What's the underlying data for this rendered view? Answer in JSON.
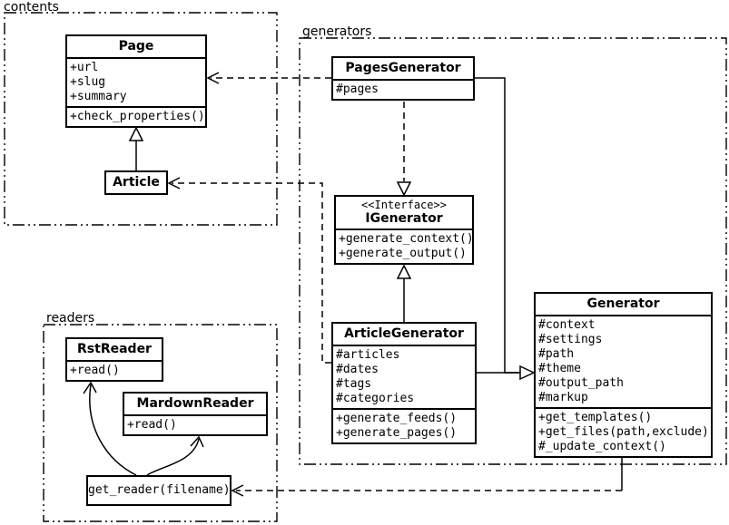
{
  "colors": {
    "line": "#000000",
    "background": "#ffffff"
  },
  "packages": {
    "contents": {
      "label": "contents"
    },
    "generators": {
      "label": "generators"
    },
    "readers": {
      "label": "readers"
    }
  },
  "classes": {
    "page": {
      "name": "Page",
      "attributes": [
        "+url",
        "+slug",
        "+summary"
      ],
      "methods": [
        "+check_properties()"
      ]
    },
    "article": {
      "name": "Article",
      "attributes": [],
      "methods": []
    },
    "pages_generator": {
      "name": "PagesGenerator",
      "attributes": [
        "#pages"
      ],
      "methods": []
    },
    "igenerator": {
      "stereotype": "<<Interface>>",
      "name": "IGenerator",
      "attributes": [],
      "methods": [
        "+generate_context()",
        "+generate_output()"
      ]
    },
    "article_generator": {
      "name": "ArticleGenerator",
      "attributes": [
        "#articles",
        "#dates",
        "#tags",
        "#categories"
      ],
      "methods": [
        "+generate_feeds()",
        "+generate_pages()"
      ]
    },
    "generator": {
      "name": "Generator",
      "attributes": [
        "#context",
        "#settings",
        "#path",
        "#theme",
        "#output_path",
        "#markup"
      ],
      "methods": [
        "+get_templates()",
        "+get_files(path,exclude)",
        "#_update_context()"
      ]
    },
    "rst_reader": {
      "name": "RstReader",
      "attributes": [],
      "methods": [
        "+read()"
      ]
    },
    "markdown_reader": {
      "name": "MardownReader",
      "attributes": [],
      "methods": [
        "+read()"
      ]
    },
    "get_reader": {
      "name": "get_reader(filename)",
      "attributes": [],
      "methods": []
    }
  },
  "relationships": [
    {
      "from": "Article",
      "to": "Page",
      "type": "generalization"
    },
    {
      "from": "PagesGenerator",
      "to": "Page",
      "type": "dependency"
    },
    {
      "from": "PagesGenerator",
      "to": "IGenerator",
      "type": "realization"
    },
    {
      "from": "ArticleGenerator",
      "to": "IGenerator",
      "type": "generalization"
    },
    {
      "from": "ArticleGenerator",
      "to": "Generator",
      "type": "generalization"
    },
    {
      "from": "PagesGenerator",
      "to": "Generator",
      "type": "generalization"
    },
    {
      "from": "ArticleGenerator",
      "to": "Article",
      "type": "dependency"
    },
    {
      "from": "Generator",
      "to": "get_reader(filename)",
      "type": "dependency"
    },
    {
      "from": "get_reader(filename)",
      "to": "RstReader",
      "type": "association"
    },
    {
      "from": "get_reader(filename)",
      "to": "MardownReader",
      "type": "association"
    }
  ]
}
